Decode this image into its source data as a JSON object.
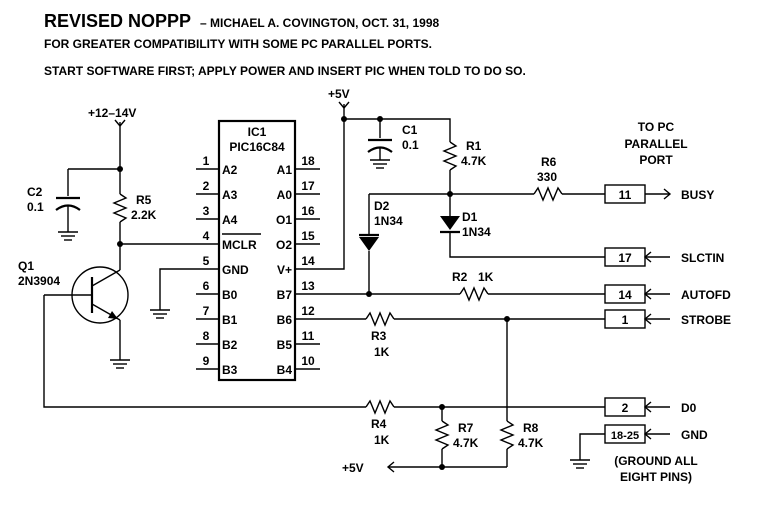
{
  "header": {
    "title": "REVISED NOPPP",
    "byline": "– MICHAEL A. COVINGTON, OCT. 31, 1998",
    "subtitle": "FOR GREATER COMPATIBILITY WITH SOME PC PARALLEL PORTS.",
    "note": "START SOFTWARE FIRST; APPLY POWER AND INSERT PIC WHEN TOLD TO DO SO."
  },
  "supplies": {
    "vpp": "+12–14V",
    "vdd_top": "+5V",
    "vdd_bottom": "+5V"
  },
  "ic": {
    "ref": "IC1",
    "part": "PIC16C84",
    "left_pins": [
      {
        "num": "1",
        "name": "A2"
      },
      {
        "num": "2",
        "name": "A3"
      },
      {
        "num": "3",
        "name": "A4"
      },
      {
        "num": "4",
        "name": "MCLR"
      },
      {
        "num": "5",
        "name": "GND"
      },
      {
        "num": "6",
        "name": "B0"
      },
      {
        "num": "7",
        "name": "B1"
      },
      {
        "num": "8",
        "name": "B2"
      },
      {
        "num": "9",
        "name": "B3"
      }
    ],
    "right_pins": [
      {
        "num": "18",
        "name": "A1"
      },
      {
        "num": "17",
        "name": "A0"
      },
      {
        "num": "16",
        "name": "O1"
      },
      {
        "num": "15",
        "name": "O2"
      },
      {
        "num": "14",
        "name": "V+"
      },
      {
        "num": "13",
        "name": "B7"
      },
      {
        "num": "12",
        "name": "B6"
      },
      {
        "num": "11",
        "name": "B5"
      },
      {
        "num": "10",
        "name": "B4"
      }
    ]
  },
  "components": {
    "c1": {
      "ref": "C1",
      "value": "0.1"
    },
    "c2": {
      "ref": "C2",
      "value": "0.1"
    },
    "r1": {
      "ref": "R1",
      "value": "4.7K"
    },
    "r2": {
      "ref": "R2",
      "value": "1K"
    },
    "r3": {
      "ref": "R3",
      "value": "1K"
    },
    "r4": {
      "ref": "R4",
      "value": "1K"
    },
    "r5": {
      "ref": "R5",
      "value": "2.2K"
    },
    "r6": {
      "ref": "R6",
      "value": "330"
    },
    "r7": {
      "ref": "R7",
      "value": "4.7K"
    },
    "r8": {
      "ref": "R8",
      "value": "4.7K"
    },
    "d1": {
      "ref": "D1",
      "value": "1N34"
    },
    "d2": {
      "ref": "D2",
      "value": "1N34"
    },
    "q1": {
      "ref": "Q1",
      "value": "2N3904"
    }
  },
  "port": {
    "title_1": "TO PC",
    "title_2": "PARALLEL",
    "title_3": "PORT",
    "pins": [
      {
        "num": "11",
        "signal": "BUSY"
      },
      {
        "num": "17",
        "signal": "SLCTIN"
      },
      {
        "num": "14",
        "signal": "AUTOFD"
      },
      {
        "num": "1",
        "signal": "STROBE"
      },
      {
        "num": "2",
        "signal": "D0"
      },
      {
        "num": "18-25",
        "signal": "GND"
      }
    ],
    "ground_note_1": "(GROUND ALL",
    "ground_note_2": "EIGHT PINS)"
  }
}
